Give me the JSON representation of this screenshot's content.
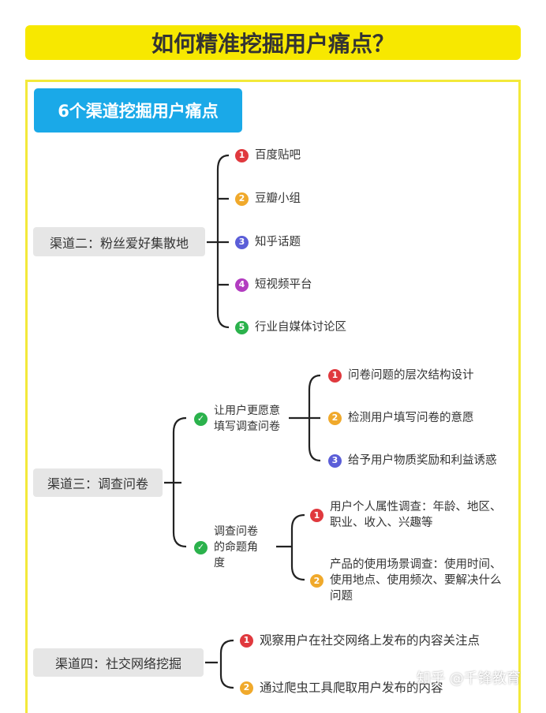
{
  "title": "如何精准挖掘用户痛点？",
  "subtitle": "6个渠道挖掘用户痛点",
  "colors": {
    "c1": "#e0393e",
    "c2": "#f0a92b",
    "c3": "#5b5ed8",
    "c4": "#b23cc0",
    "c5": "#2bb24c"
  },
  "ch2": {
    "label": "渠道二：粉丝爱好集散地",
    "items": [
      {
        "n": "1",
        "t": "百度贴吧"
      },
      {
        "n": "2",
        "t": "豆瓣小组"
      },
      {
        "n": "3",
        "t": "知乎话题"
      },
      {
        "n": "4",
        "t": "短视频平台"
      },
      {
        "n": "5",
        "t": "行业自媒体讨论区"
      }
    ]
  },
  "ch3": {
    "label": "渠道三：调查问卷",
    "a": {
      "label1": "让用户更愿意",
      "label2": "填写调查问卷",
      "items": [
        {
          "n": "1",
          "t": "问卷问题的层次结构设计"
        },
        {
          "n": "2",
          "t": "检测用户填写问卷的意愿"
        },
        {
          "n": "3",
          "t": "给予用户物质奖励和利益诱惑"
        }
      ]
    },
    "b": {
      "label1": "调查问卷",
      "label2": "的命题角",
      "label3": "度",
      "items": [
        {
          "n": "1",
          "t1": "用户个人属性调查：年龄、地区、",
          "t2": "职业、收入、兴趣等"
        },
        {
          "n": "2",
          "t1": "产品的使用场景调查：使用时间、",
          "t2": "使用地点、使用频次、要解决什么",
          "t3": "问题"
        }
      ]
    }
  },
  "ch4": {
    "label": "渠道四：社交网络挖掘",
    "items": [
      {
        "n": "1",
        "t": "观察用户在社交网络上发布的内容关注点"
      },
      {
        "n": "2",
        "t": "通过爬虫工具爬取用户发布的内容"
      }
    ]
  },
  "watermark": "知乎 @千锋教育"
}
